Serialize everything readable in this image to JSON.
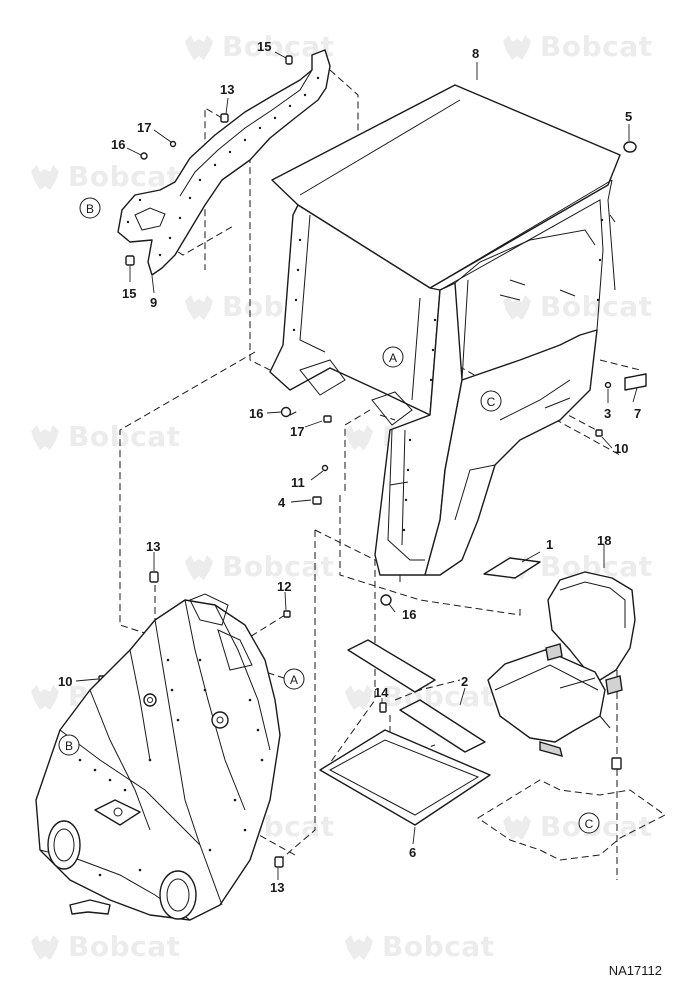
{
  "watermark": {
    "text": "Bobcat"
  },
  "drawing_number": "NA17112",
  "callouts": [
    "A",
    "B",
    "C"
  ],
  "part_labels": {
    "p1": "1",
    "p2": "2",
    "p3": "3",
    "p4": "4",
    "p5": "5",
    "p6": "6",
    "p7": "7",
    "p8": "8",
    "p9": "9",
    "p10a": "10",
    "p10b": "10",
    "p11": "11",
    "p12": "12",
    "p13a": "13",
    "p13b": "13",
    "p13c": "13",
    "p14": "14",
    "p15a": "15",
    "p15b": "15",
    "p16a": "16",
    "p16b": "16",
    "p16c": "16",
    "p17a": "17",
    "p17b": "17",
    "p18": "18"
  }
}
